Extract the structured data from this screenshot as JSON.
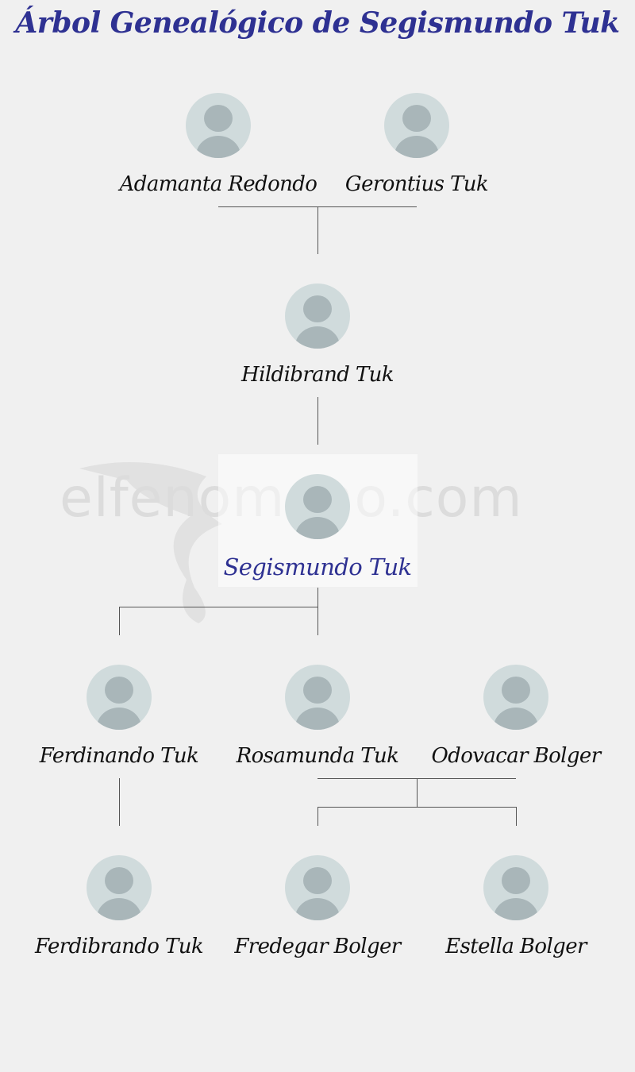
{
  "title": "Árbol Genealógico de Segismundo Tuk",
  "watermark": "elfenomeno.com",
  "colors": {
    "title": "#2e3192",
    "focus_name": "#2e3192",
    "avatar_bg": "#d0dbdc",
    "avatar_fg": "#a9b6b9",
    "line": "#555555",
    "background": "#f0f0f0"
  },
  "people": {
    "adamanta": {
      "name": "Adamanta Redondo",
      "icon": "person-icon"
    },
    "gerontius": {
      "name": "Gerontius Tuk",
      "icon": "person-icon"
    },
    "hildibrand": {
      "name": "Hildibrand Tuk",
      "icon": "person-icon"
    },
    "segismundo": {
      "name": "Segismundo Tuk",
      "icon": "person-icon"
    },
    "ferdinando": {
      "name": "Ferdinando Tuk",
      "icon": "person-icon"
    },
    "rosamunda": {
      "name": "Rosamunda Tuk",
      "icon": "person-icon"
    },
    "odovacar": {
      "name": "Odovacar Bolger",
      "icon": "person-icon"
    },
    "ferdibrando": {
      "name": "Ferdibrando Tuk",
      "icon": "person-icon"
    },
    "fredegar": {
      "name": "Fredegar Bolger",
      "icon": "person-icon"
    },
    "estella": {
      "name": "Estella Bolger",
      "icon": "person-icon"
    }
  }
}
